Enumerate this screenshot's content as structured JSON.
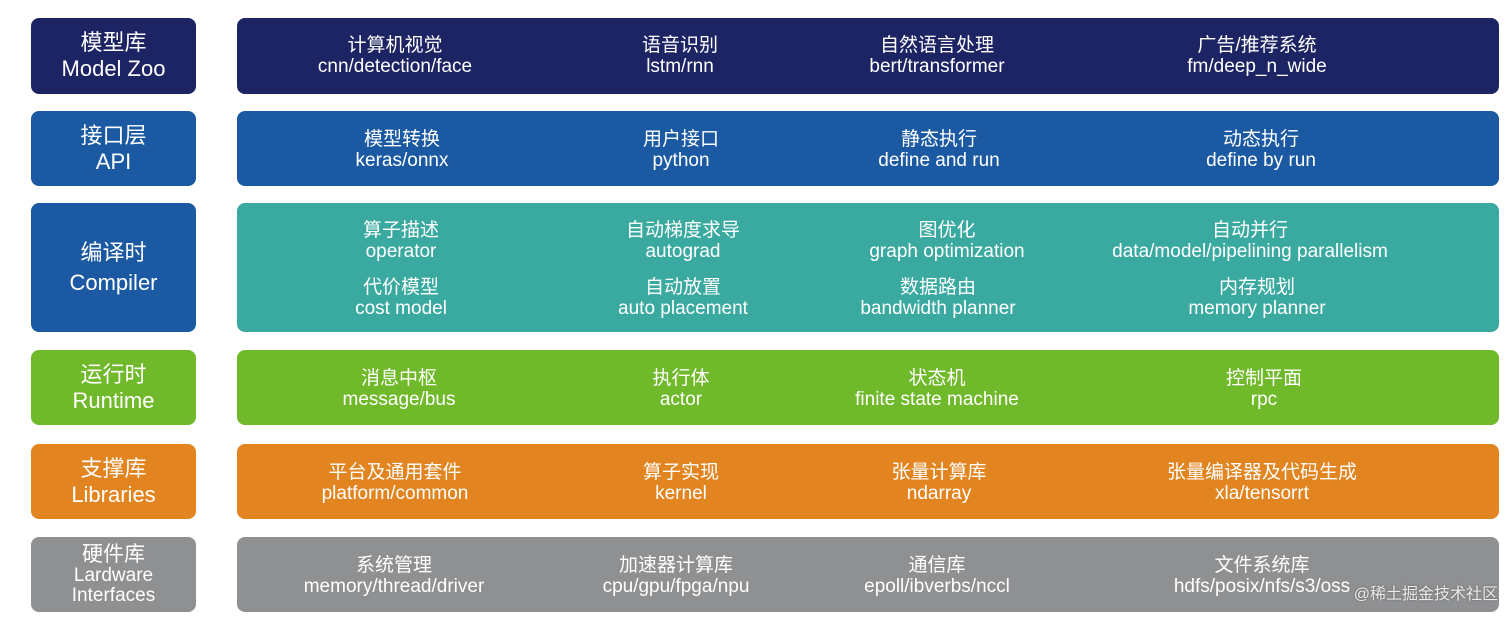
{
  "layers": {
    "model_zoo": {
      "label_cn": "模型库",
      "label_en": "Model Zoo",
      "items": [
        {
          "cn": "计算机视觉",
          "en": "cnn/detection/face"
        },
        {
          "cn": "语音识别",
          "en": "lstm/rnn"
        },
        {
          "cn": "自然语言处理",
          "en": "bert/transformer"
        },
        {
          "cn": "广告/推荐系统",
          "en": "fm/deep_n_wide"
        }
      ]
    },
    "api": {
      "label_cn": "接口层",
      "label_en": "API",
      "items": [
        {
          "cn": "模型转换",
          "en": "keras/onnx"
        },
        {
          "cn": "用户接口",
          "en": "python"
        },
        {
          "cn": "静态执行",
          "en": "define and run"
        },
        {
          "cn": "动态执行",
          "en": "define by run"
        }
      ]
    },
    "compiler": {
      "label_cn": "编译时",
      "label_en": "Compiler",
      "items": [
        {
          "cn": "算子描述",
          "en": "operator"
        },
        {
          "cn": "自动梯度求导",
          "en": "autograd"
        },
        {
          "cn": "图优化",
          "en": "graph optimization"
        },
        {
          "cn": "自动并行",
          "en": "data/model/pipelining parallelism"
        },
        {
          "cn": "代价模型",
          "en": "cost model"
        },
        {
          "cn": "自动放置",
          "en": "auto placement"
        },
        {
          "cn": "数据路由",
          "en": "bandwidth planner"
        },
        {
          "cn": "内存规划",
          "en": "memory planner"
        }
      ]
    },
    "runtime": {
      "label_cn": "运行时",
      "label_en": "Runtime",
      "items": [
        {
          "cn": "消息中枢",
          "en": "message/bus"
        },
        {
          "cn": "执行体",
          "en": "actor"
        },
        {
          "cn": "状态机",
          "en": "finite state machine"
        },
        {
          "cn": "控制平面",
          "en": "rpc"
        }
      ]
    },
    "libraries": {
      "label_cn": "支撑库",
      "label_en": "Libraries",
      "items": [
        {
          "cn": "平台及通用套件",
          "en": "platform/common"
        },
        {
          "cn": "算子实现",
          "en": "kernel"
        },
        {
          "cn": "张量计算库",
          "en": "ndarray"
        },
        {
          "cn": "张量编译器及代码生成",
          "en": "xla/tensorrt"
        }
      ]
    },
    "hardware": {
      "label_cn": "硬件库",
      "label_en_1": "Lardware",
      "label_en_2": "Interfaces",
      "items": [
        {
          "cn": "系统管理",
          "en": "memory/thread/driver"
        },
        {
          "cn": "加速器计算库",
          "en": "cpu/gpu/fpga/npu"
        },
        {
          "cn": "通信库",
          "en": "epoll/ibverbs/nccl"
        },
        {
          "cn": "文件系统库",
          "en": "hdfs/posix/nfs/s3/oss"
        }
      ]
    }
  },
  "watermark": "@稀土掘金技术社区",
  "colors": {
    "model_zoo": "#1d2463",
    "api": "#1b5aa3",
    "compiler": "#3aa9a0",
    "runtime": "#70b92a",
    "libraries": "#e2841f",
    "hardware": "#8f9092"
  }
}
